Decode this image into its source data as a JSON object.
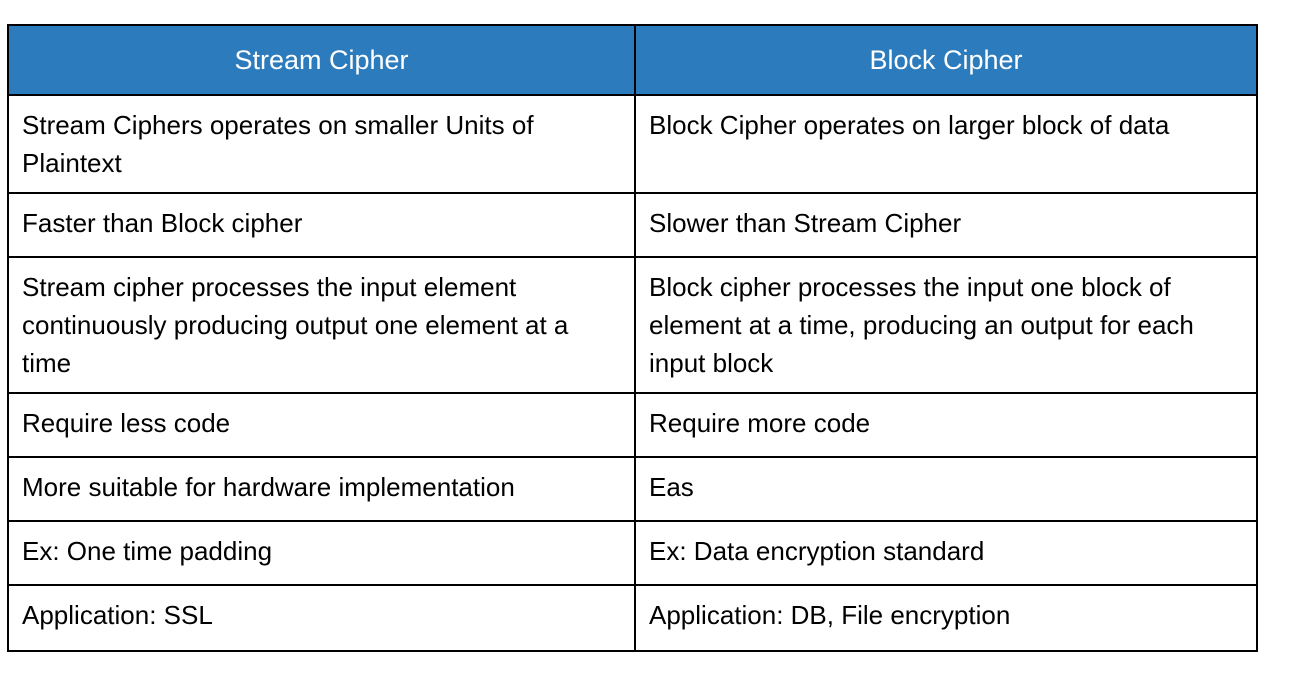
{
  "table": {
    "headers": [
      {
        "label": "Stream Cipher"
      },
      {
        "label": "Block Cipher"
      }
    ],
    "header_background": "#2b7bbd",
    "header_text_color": "#ffffff",
    "border_color": "#000000",
    "body_text_color": "#000000",
    "rows": [
      {
        "lines": 2,
        "left": "Stream Ciphers operates on smaller Units of Plaintext",
        "right": "Block Cipher operates on larger block of data"
      },
      {
        "lines": 1,
        "left": "Faster than Block cipher",
        "right": "Slower than Stream Cipher"
      },
      {
        "lines": 3,
        "left": "Stream cipher processes the input element continuously producing output one element at a time",
        "right": "Block cipher processes the input one block of element at a time, producing an output for each input block"
      },
      {
        "lines": 1,
        "left": "Require less code",
        "right": "Require more code"
      },
      {
        "lines": 1,
        "left": "More suitable for hardware implementation",
        "right": "Eas"
      },
      {
        "lines": 1,
        "left": "Ex: One time padding",
        "right": "Ex: Data encryption standard"
      },
      {
        "lines": 1,
        "left": "Application: SSL",
        "right": "Application: DB, File encryption"
      }
    ]
  }
}
